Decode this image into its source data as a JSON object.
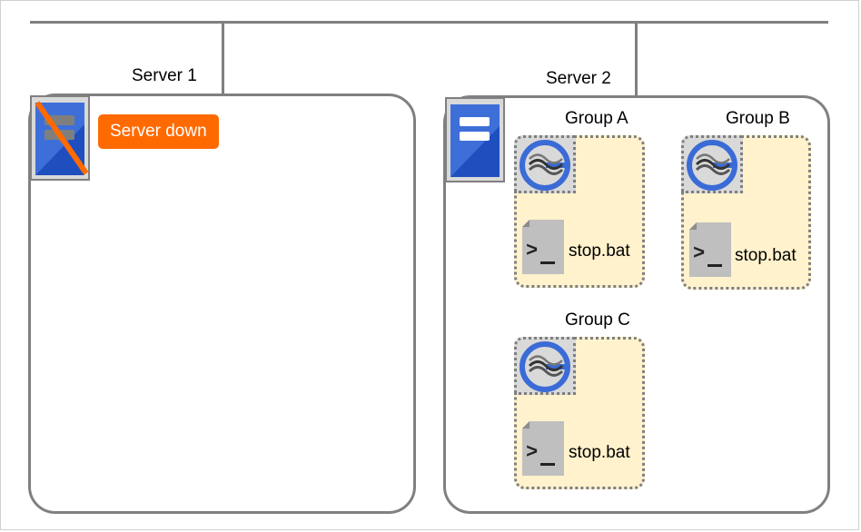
{
  "servers": [
    {
      "label": "Server 1",
      "status_badge": "Server down",
      "down": true,
      "groups": []
    },
    {
      "label": "Server 2",
      "down": false,
      "groups": [
        {
          "label": "Group A",
          "script": "stop.bat"
        },
        {
          "label": "Group B",
          "script": "stop.bat"
        },
        {
          "label": "Group C",
          "script": "stop.bat"
        }
      ]
    }
  ],
  "colors": {
    "network_line": "#808080",
    "server_icon": "#1f4fbf",
    "down_slash": "#ff6a00",
    "badge_bg": "#ff6a00",
    "group_bg": "#fff2cc",
    "group_icon": "#3a6bd6",
    "script_icon": "#bfbfbf"
  },
  "icons": {
    "server": "server-icon",
    "group": "cluster-group-icon",
    "script": "terminal-script-icon"
  }
}
